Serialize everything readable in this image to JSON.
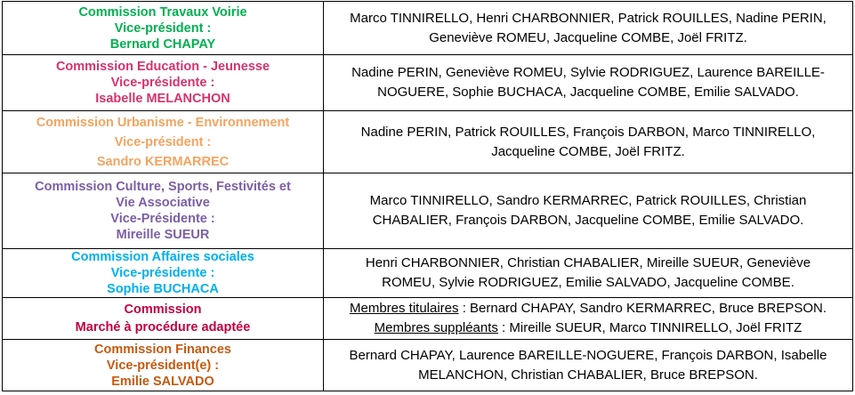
{
  "rows": [
    {
      "color": "#00b050",
      "title": [
        "Commission  Travaux  Voirie"
      ],
      "role": "Vice-président  :",
      "person": "Bernard  CHAPAY",
      "members": [
        "Marco TINNIRELLO, Henri CHARBONNIER, Patrick ROUILLES, Nadine PERIN,",
        "Geneviève ROMEU, Jacqueline COMBE, Joël FRITZ."
      ]
    },
    {
      "color": "#d6336c",
      "title": [
        "Commission Education - Jeunesse"
      ],
      "role": "Vice-présidente :",
      "person": "Isabelle MELANCHON",
      "members": [
        "Nadine PERIN, Geneviève ROMEU, Sylvie RODRIGUEZ, Laurence BAREILLE-",
        "NOGUERE, Sophie BUCHACA, Jacqueline COMBE, Emilie SALVADO."
      ]
    },
    {
      "color": "#f4a460",
      "title": [
        "Commission Urbanisme - Environnement"
      ],
      "role": "Vice-président :",
      "person": "Sandro KERMARREC",
      "members": [
        "Nadine PERIN, Patrick ROUILLES, François DARBON, Marco TINNIRELLO,",
        "Jacqueline COMBE, Joël FRITZ."
      ]
    },
    {
      "color": "#7b5ea7",
      "title": [
        "Commission Culture, Sports, Festivités et",
        "Vie Associative"
      ],
      "role": "Vice-Présidente :",
      "person": "Mireille SUEUR",
      "members": [
        "Marco TINNIRELLO, Sandro KERMARREC, Patrick ROUILLES, Christian",
        "CHABALIER, François DARBON, Jacqueline COMBE, Emilie SALVADO."
      ]
    },
    {
      "color": "#00b0f0",
      "title": [
        "Commission  Affaires sociales"
      ],
      "role": "Vice-présidente :",
      "person": "Sophie  BUCHACA",
      "members": [
        "Henri CHARBONNIER, Christian CHABALIER, Mireille SUEUR, Geneviève",
        "ROMEU, Sylvie RODRIGUEZ, Emilie SALVADO, Jacqueline COMBE."
      ]
    },
    {
      "color": "#c00040",
      "title": [
        "Commission",
        "Marché à procédure adaptée"
      ],
      "titulaires_label": "Membres titulaires",
      "titulaires": " : Bernard CHAPAY, Sandro KERMARREC, Bruce BREPSON.",
      "suppleants_label": "Membres suppléants",
      "suppleants": " : Mireille SUEUR, Marco TINNIRELLO, Joël FRITZ"
    },
    {
      "color": "#c55a11",
      "title": [
        "Commission Finances"
      ],
      "role": "Vice-président(e)  :",
      "person": "Emilie SALVADO",
      "members": [
        "Bernard CHAPAY, Laurence BAREILLE-NOGUERE, François DARBON, Isabelle",
        "MELANCHON, Christian CHABALIER, Bruce BREPSON."
      ]
    }
  ]
}
